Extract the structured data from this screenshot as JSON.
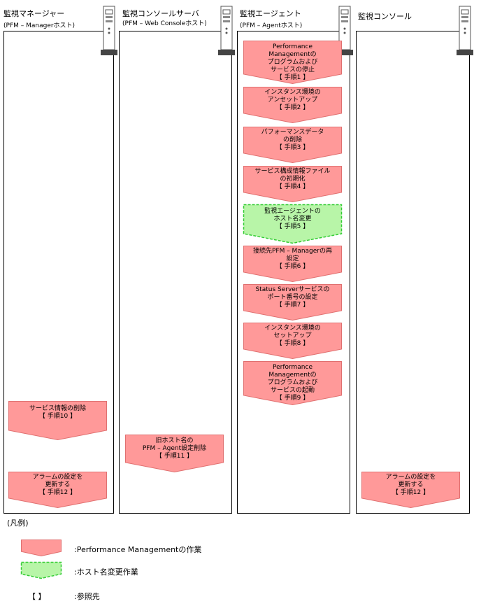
{
  "columns": [
    {
      "title": "監視マネージャー",
      "subtitle": "(PFM – Managerホスト)"
    },
    {
      "title": "監視コンソールサーバ",
      "subtitle": "(PFM – Web Consoleホスト)"
    },
    {
      "title": "監視エージェント",
      "subtitle": "(PFM – Agentホスト)"
    },
    {
      "title": "監視コンソール",
      "subtitle": ""
    }
  ],
  "agent_steps": [
    {
      "text": "Performance\nManagementの\nプログラムおよび\nサービスの停止\n【 手順1 】",
      "kind": "pfm"
    },
    {
      "text": "インスタンス環境の\nアンセットアップ\n【 手順2 】",
      "kind": "pfm"
    },
    {
      "text": "パフォーマンスデータ\nの削除\n【 手順3 】",
      "kind": "pfm"
    },
    {
      "text": "サービス構成情報ファイル\nの初期化\n【 手順4 】",
      "kind": "pfm"
    },
    {
      "text": "監視エージェントの\nホスト名変更\n【 手順5 】",
      "kind": "host"
    },
    {
      "text": "接続先PFM – Managerの再\n設定\n【 手順6 】",
      "kind": "pfm"
    },
    {
      "text": "Status Serverサービスの\nポート番号の設定\n【 手順7 】",
      "kind": "pfm"
    },
    {
      "text": "インスタンス環境の\nセットアップ\n【 手順8 】",
      "kind": "pfm"
    },
    {
      "text": "Performance\nManagementの\nプログラムおよび\nサービスの起動\n【 手順9 】",
      "kind": "pfm"
    }
  ],
  "manager_steps": [
    {
      "text": "サービス情報の削除\n【 手順10 】",
      "kind": "pfm"
    },
    {
      "text": "アラームの設定を\n更新する\n【 手順12 】",
      "kind": "pfm"
    }
  ],
  "webconsole_steps": [
    {
      "text": "旧ホスト名の\nPFM – Agent設定削除\n【 手順11 】",
      "kind": "pfm"
    }
  ],
  "console_steps": [
    {
      "text": "アラームの設定を\n更新する\n【 手順12 】",
      "kind": "pfm"
    }
  ],
  "legend": {
    "title": "(凡例)",
    "pfm_work": ":Performance Managementの作業",
    "host_work": ":ホスト名変更作業",
    "bracket_symbol": "【   】",
    "reference": ":参照先"
  },
  "colors": {
    "pfm_fill": "#ff9999",
    "pfm_stroke": "#e07070",
    "host_fill": "#b8f5a8",
    "host_stroke": "#33cc33",
    "lane_border": "#000000"
  }
}
